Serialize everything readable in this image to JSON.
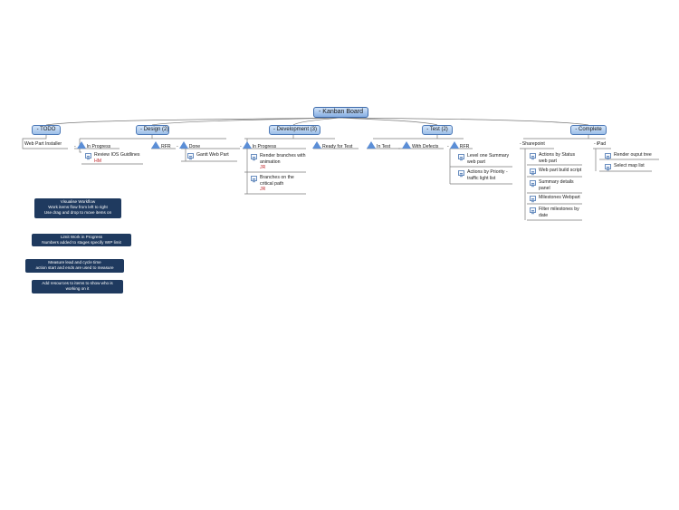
{
  "root": {
    "label": "- Kanban Board"
  },
  "columns": {
    "todo": {
      "label": "- TODO",
      "items": [
        "Web Part Installer"
      ]
    },
    "design": {
      "label": "- Design (2)",
      "in_progress": "In Progress",
      "rfr": "RFR",
      "done": "Done",
      "in_progress_items": [
        {
          "title": "Review IOS Guidlines",
          "owner": "HM"
        }
      ],
      "done_items": [
        {
          "title": "Gantt Web Part"
        }
      ]
    },
    "development": {
      "label": "- Development (3)",
      "in_progress": "In Progress",
      "ready_for_test": "Ready for Test",
      "in_progress_items": [
        {
          "title": "Render branches with animation",
          "owner": "JR"
        },
        {
          "title": "Branches on the critical path",
          "owner": "JR"
        }
      ]
    },
    "test": {
      "label": "- Test (2)",
      "in_test": "In Test",
      "with_defects": "With Defects",
      "rfr": "RFR",
      "rfr_items": [
        {
          "title": "Level one Summary web part"
        },
        {
          "title": "Actions by Priority - traffic light list"
        }
      ]
    },
    "complete": {
      "label": "- Complete",
      "sharepoint": "Sharepoint",
      "ipad": "iPad",
      "sharepoint_items": [
        {
          "title": "Actions by Status web part"
        },
        {
          "title": "Web part build script"
        },
        {
          "title": "Summary details panel"
        },
        {
          "title": "Milestones Webpart"
        },
        {
          "title": "Filter milestones by date"
        }
      ],
      "ipad_items": [
        {
          "title": "Render ouput tree"
        },
        {
          "title": "Select map list"
        }
      ]
    }
  },
  "notes": [
    {
      "title": "Visualise Workflow",
      "lines": [
        "Work items flow from left to right",
        "Use drag and drop to move items on"
      ]
    },
    {
      "title": "Limit Work in Progress",
      "lines": [
        "Numbers added to stages specify WIP limit"
      ]
    },
    {
      "title": "Measure lead and cycle time",
      "lines": [
        "action start and ends are used to measure"
      ]
    },
    {
      "title": "Add resources to items to show who is",
      "lines": [
        "working on it"
      ]
    }
  ],
  "colors": {
    "node_border": "#4d7ab8",
    "node_fill": "#b8d2f2",
    "stage_icon": "#5b8ed6",
    "note_bg": "#1f3a5f",
    "owner": "#c0282c"
  }
}
